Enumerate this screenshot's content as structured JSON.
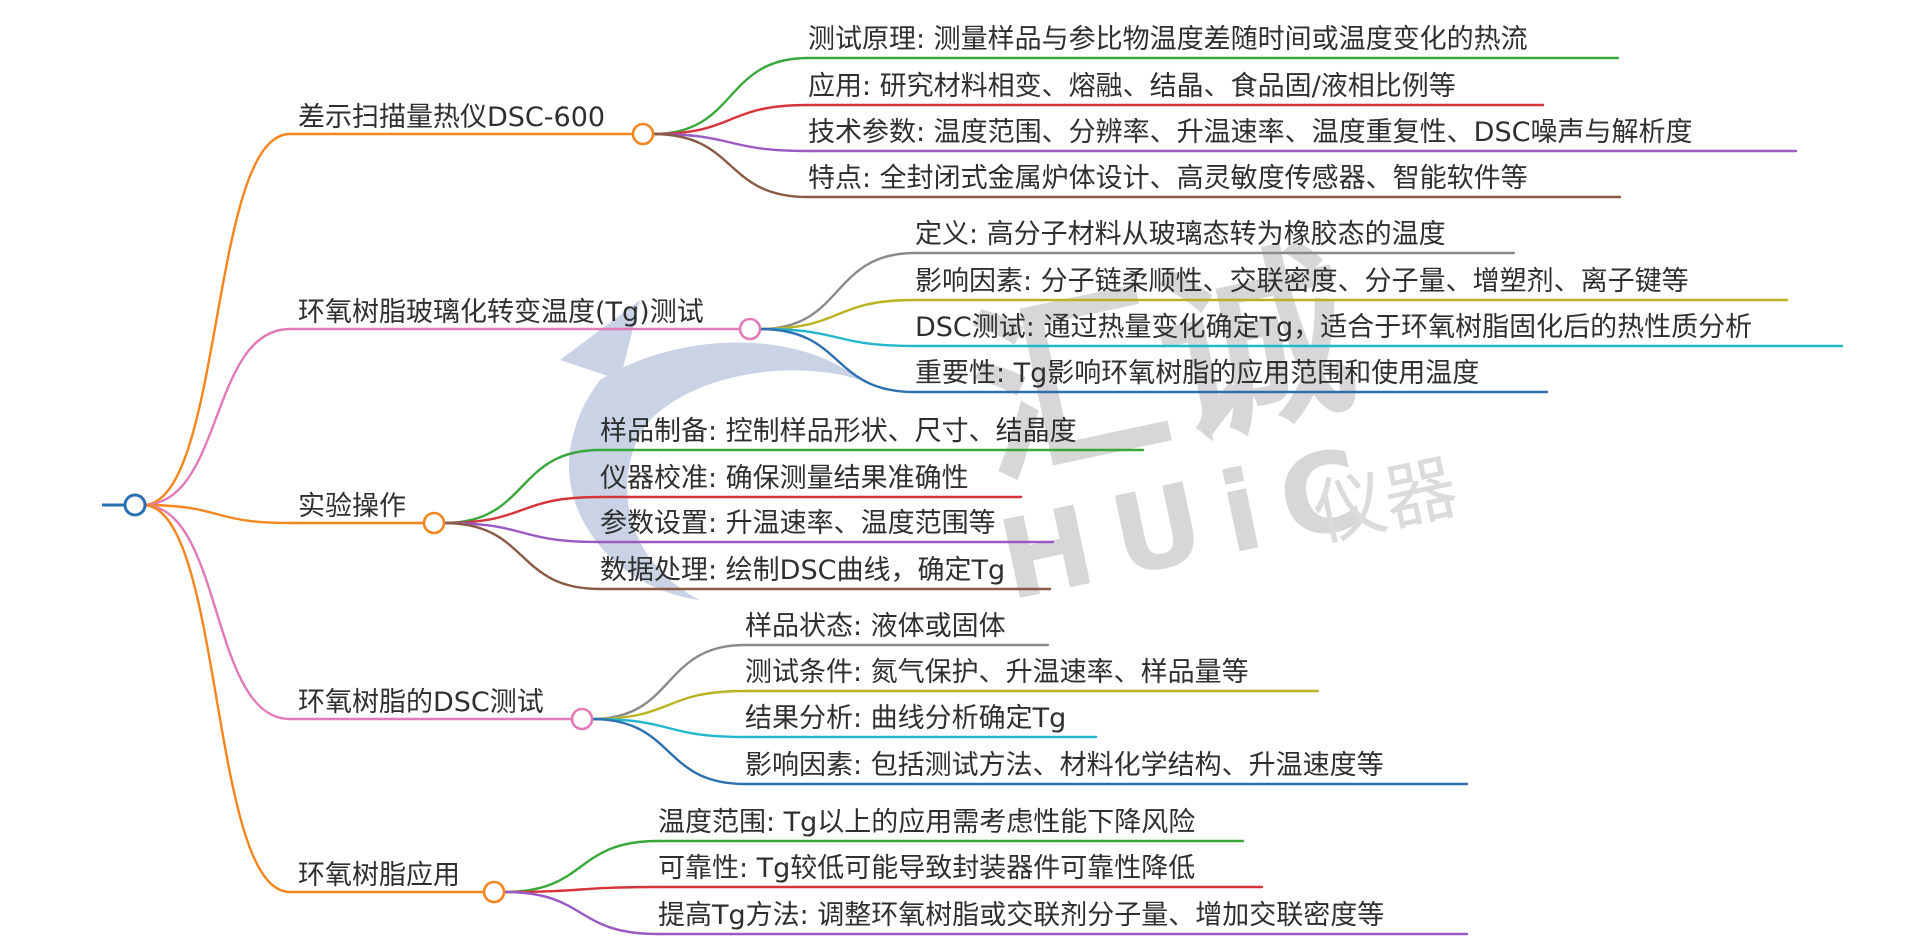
{
  "colors": {
    "green": "#39a83a",
    "red": "#d6343b",
    "purple": "#9b59c4",
    "brown": "#8a5a44",
    "gray": "#8a8a8a",
    "olive": "#b8b320",
    "cyan": "#22b7cc",
    "blue": "#2e6fb0",
    "orange": "#f4861f",
    "pink": "#e27ab8",
    "root": "#2a6fb3"
  },
  "watermark": {
    "text_cn": "汇诚",
    "text_latin": "HUiC",
    "text_sub": "仪器"
  },
  "root": {
    "label": "",
    "color": "#2a6fb3"
  },
  "branches": [
    {
      "label": "差示扫描量热仪DSC-600",
      "color": "#f4861f",
      "children": [
        {
          "text": "测试原理: 测量样品与参比物温度差随时间或温度变化的热流",
          "color": "#39a83a"
        },
        {
          "text": "应用: 研究材料相变、熔融、结晶、食品固/液相比例等",
          "color": "#d6343b"
        },
        {
          "text": "技术参数: 温度范围、分辨率、升温速率、温度重复性、DSC噪声与解析度",
          "color": "#9b59c4"
        },
        {
          "text": "特点: 全封闭式金属炉体设计、高灵敏度传感器、智能软件等",
          "color": "#8a5a44"
        }
      ]
    },
    {
      "label": "环氧树脂玻璃化转变温度(Tg)测试",
      "color": "#e27ab8",
      "children": [
        {
          "text": "定义: 高分子材料从玻璃态转为橡胶态的温度",
          "color": "#8a8a8a"
        },
        {
          "text": "影响因素: 分子链柔顺性、交联密度、分子量、增塑剂、离子键等",
          "color": "#b8b320"
        },
        {
          "text": "DSC测试: 通过热量变化确定Tg，适合于环氧树脂固化后的热性质分析",
          "color": "#22b7cc"
        },
        {
          "text": "重要性: Tg影响环氧树脂的应用范围和使用温度",
          "color": "#2e6fb0"
        }
      ]
    },
    {
      "label": "实验操作",
      "color": "#f4861f",
      "children": [
        {
          "text": "样品制备: 控制样品形状、尺寸、结晶度",
          "color": "#39a83a"
        },
        {
          "text": "仪器校准: 确保测量结果准确性",
          "color": "#d6343b"
        },
        {
          "text": "参数设置: 升温速率、温度范围等",
          "color": "#9b59c4"
        },
        {
          "text": "数据处理: 绘制DSC曲线，确定Tg",
          "color": "#8a5a44"
        }
      ]
    },
    {
      "label": "环氧树脂的DSC测试",
      "color": "#e27ab8",
      "children": [
        {
          "text": "样品状态: 液体或固体",
          "color": "#8a8a8a"
        },
        {
          "text": "测试条件: 氮气保护、升温速率、样品量等",
          "color": "#b8b320"
        },
        {
          "text": "结果分析: 曲线分析确定Tg",
          "color": "#22b7cc"
        },
        {
          "text": "影响因素: 包括测试方法、材料化学结构、升温速度等",
          "color": "#2e6fb0"
        }
      ]
    },
    {
      "label": "环氧树脂应用",
      "color": "#f4861f",
      "children": [
        {
          "text": "温度范围: Tg以上的应用需考虑性能下降风险",
          "color": "#39a83a"
        },
        {
          "text": "可靠性: Tg较低可能导致封装器件可靠性降低",
          "color": "#d6343b"
        },
        {
          "text": "提高Tg方法: 调整环氧树脂或交联剂分子量、增加交联密度等",
          "color": "#9b59c4"
        }
      ]
    }
  ]
}
